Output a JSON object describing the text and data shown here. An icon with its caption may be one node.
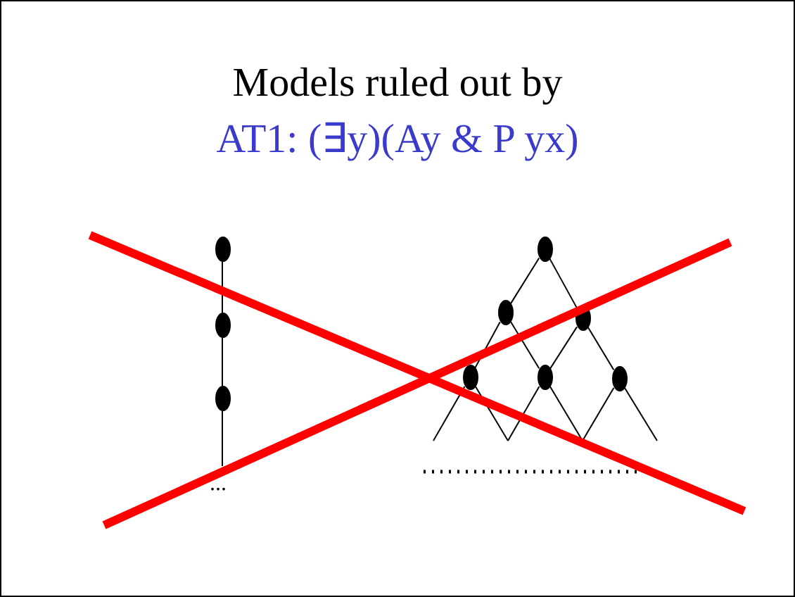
{
  "diagram": {
    "title": "Models ruled out by",
    "nodes": [
      {
        "text": [],
        "shape": "circle"
      },
      {
        "text": [],
        "shape": "circle"
      },
      {
        "text": [],
        "shape": "circle"
      },
      {
        "text": [],
        "shape": "circle"
      },
      {
        "text": [],
        "shape": "circle"
      },
      {
        "text": [],
        "shape": "circle"
      },
      {
        "text": [],
        "shape": "circle"
      },
      {
        "text": [],
        "shape": "circle"
      },
      {
        "text": [],
        "shape": "circle"
      }
    ],
    "edges": [
      {
        "from": 0,
        "to": 1,
        "arrow": "none"
      },
      {
        "from": 1,
        "to": 2,
        "arrow": "none"
      },
      {
        "from": 2,
        "to": null,
        "arrow": "none"
      },
      {
        "from": 3,
        "to": 4,
        "arrow": "none"
      },
      {
        "from": 3,
        "to": 5,
        "arrow": "none"
      },
      {
        "from": 4,
        "to": 6,
        "arrow": "none"
      },
      {
        "from": 4,
        "to": 7,
        "arrow": "none"
      },
      {
        "from": 5,
        "to": 7,
        "arrow": "none"
      },
      {
        "from": 5,
        "to": 8,
        "arrow": "none"
      },
      {
        "from": 6,
        "to": null,
        "arrow": "none"
      },
      {
        "from": 6,
        "to": null,
        "arrow": "none"
      },
      {
        "from": 7,
        "to": null,
        "arrow": "none"
      },
      {
        "from": 7,
        "to": null,
        "arrow": "none"
      },
      {
        "from": 8,
        "to": null,
        "arrow": "none"
      },
      {
        "from": 8,
        "to": null,
        "arrow": "none"
      }
    ],
    "labels": [
      "AT1: (∃y)(Ay & P yx)",
      "..."
    ]
  }
}
